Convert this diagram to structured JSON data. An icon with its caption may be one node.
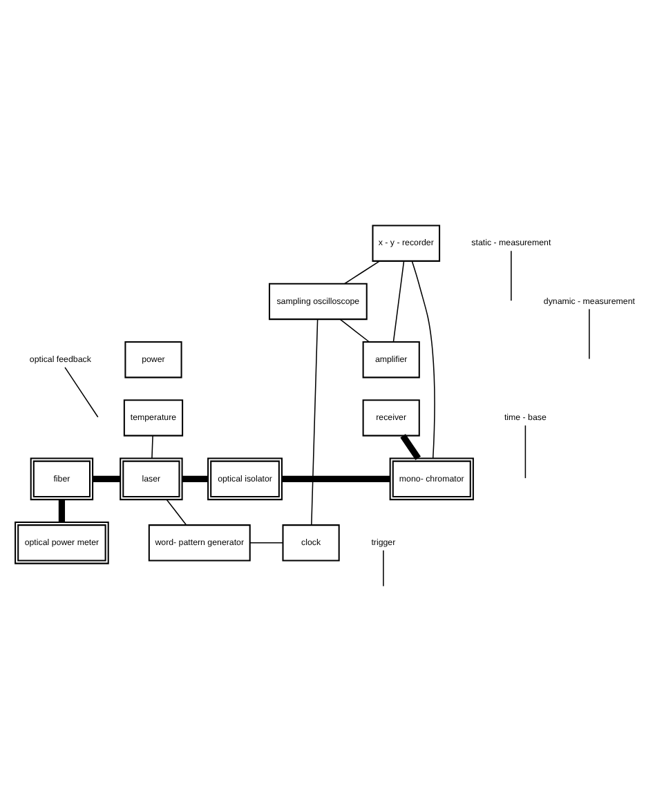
{
  "diagram": {
    "nodes": [
      {
        "text": [
          "x - y - recorder"
        ]
      },
      {
        "text": [
          "sampling oscilloscope"
        ]
      },
      {
        "text": [
          "amplifier"
        ]
      },
      {
        "text": [
          "receiver"
        ]
      },
      {
        "text": [
          "power"
        ]
      },
      {
        "text": [
          "temperature"
        ]
      },
      {
        "text": [
          "fiber"
        ]
      },
      {
        "text": [
          "laser"
        ]
      },
      {
        "text": [
          "optical isolator"
        ]
      },
      {
        "text": [
          "mono- chromator"
        ]
      },
      {
        "text": [
          "optical power meter"
        ]
      },
      {
        "text": [
          "word- pattern generator"
        ]
      },
      {
        "text": [
          "clock"
        ]
      },
      {
        "text": [
          "static - measurement"
        ]
      },
      {
        "text": [
          "dynamic - measurement"
        ]
      },
      {
        "text": [
          "time - base"
        ]
      },
      {
        "text": [
          "optical feedback"
        ]
      },
      {
        "text": [
          "trigger"
        ]
      }
    ],
    "edges": [
      {
        "from": 0,
        "to": 1,
        "arrow": "none"
      },
      {
        "from": 1,
        "to": 2,
        "arrow": "none"
      },
      {
        "from": 0,
        "to": 2,
        "arrow": "none"
      },
      {
        "from": 0,
        "to": 9,
        "arrow": "none"
      },
      {
        "from": 1,
        "to": 12,
        "arrow": "none"
      },
      {
        "from": 3,
        "to": 9,
        "arrow": "none",
        "style": "thick"
      },
      {
        "from": 5,
        "to": 7,
        "arrow": "none"
      },
      {
        "from": 6,
        "to": 7,
        "arrow": "none",
        "style": "thick"
      },
      {
        "from": 7,
        "to": 8,
        "arrow": "none",
        "style": "thick"
      },
      {
        "from": 8,
        "to": 9,
        "arrow": "none",
        "style": "thick"
      },
      {
        "from": 6,
        "to": 10,
        "arrow": "none",
        "style": "thick"
      },
      {
        "from": 7,
        "to": 11,
        "arrow": "none"
      },
      {
        "from": 11,
        "to": 12,
        "arrow": "none"
      },
      {
        "from": 13,
        "to": null,
        "arrow": "none"
      },
      {
        "from": 14,
        "to": null,
        "arrow": "none"
      },
      {
        "from": 15,
        "to": null,
        "arrow": "none"
      },
      {
        "from": 16,
        "to": null,
        "arrow": "none"
      },
      {
        "from": 17,
        "to": null,
        "arrow": "none"
      }
    ]
  }
}
